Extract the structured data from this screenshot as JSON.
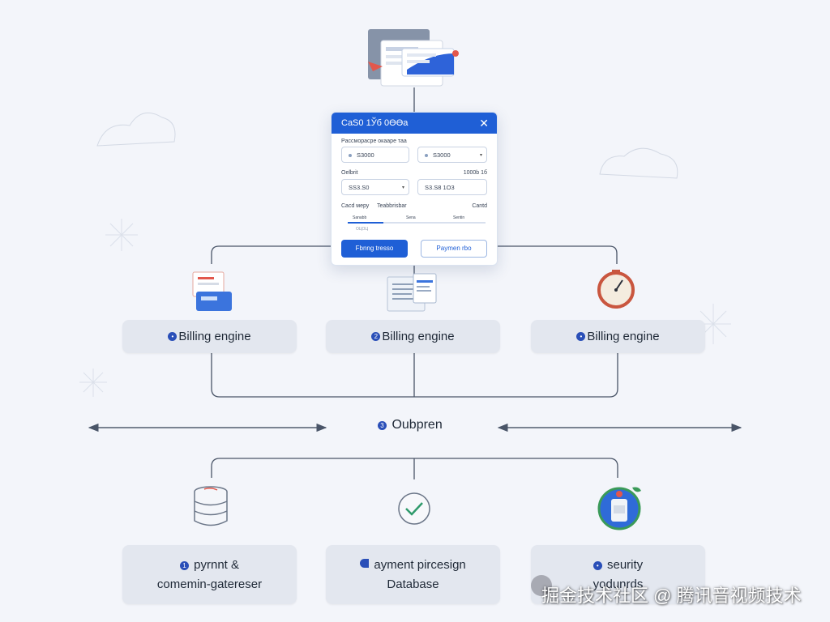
{
  "modal": {
    "title": "CаS0 1Ўб 0ӨӨа",
    "close_symbol": "✕",
    "subtitle": "Paссморасре окааре таа",
    "field1_value": "S3000",
    "field2_value": "S3000",
    "label_left": "Oelbrit",
    "label_right": "1000b 1б",
    "field3_value": "SS3.S0",
    "field4_value": "S3.S8 1O3",
    "row_left": "Caсd меру",
    "row_mid": "Teabbrisbar",
    "row_right": "Cantd",
    "tab1": "Sanabb",
    "tab2": "Sena",
    "tab3": "Sentin",
    "tab4": "ОЦОЦ",
    "primary_button": "Fbnng tresso",
    "secondary_button": "Paymen rbo"
  },
  "engines": [
    {
      "badge": "•",
      "label": "Billing engine"
    },
    {
      "badge": "2",
      "label": "Billing engine"
    },
    {
      "badge": "•",
      "label": "Billing engine"
    }
  ],
  "middle": {
    "badge": "3",
    "label": "Oubpren"
  },
  "bottom": [
    {
      "badge": "1",
      "line1": "pyrnnt &",
      "line2": "comemin-gatereser"
    },
    {
      "badge": "",
      "line1": "ayment pircesign",
      "line2": "Database"
    },
    {
      "badge": "•",
      "line1": "seurity",
      "line2": "yodunrds"
    }
  ],
  "watermark": "掘金技术社区 @ 腾讯音视频技术",
  "colors": {
    "accent": "#1f5fd6",
    "pill_bg": "#e3e7ef",
    "line": "#4a5568",
    "background": "#f3f5fa"
  }
}
